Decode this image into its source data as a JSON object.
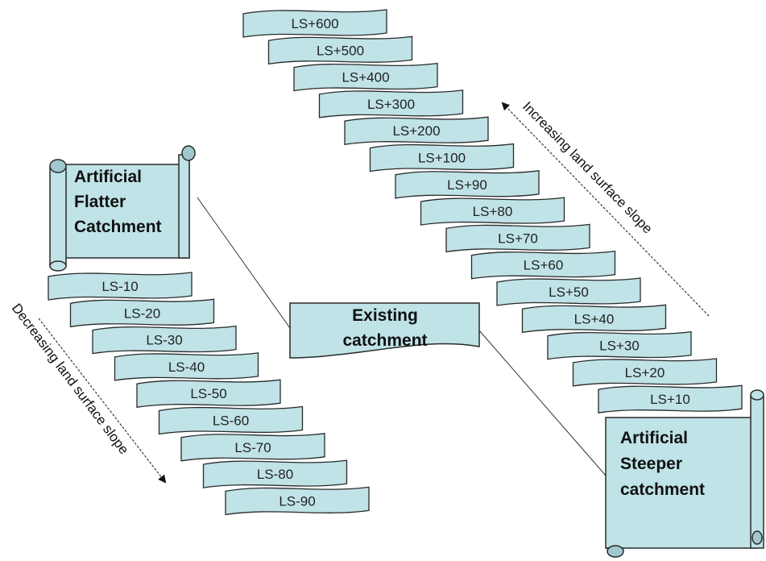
{
  "colors": {
    "fill": "#BFE3E7",
    "stroke": "#2A2A2A",
    "text": "#111111",
    "connector": "#333333"
  },
  "steep_bands": [
    "LS+600",
    "LS+500",
    "LS+400",
    "LS+300",
    "LS+200",
    "LS+100",
    "LS+90",
    "LS+80",
    "LS+70",
    "LS+60",
    "LS+50",
    "LS+40",
    "LS+30",
    "LS+20",
    "LS+10"
  ],
  "flat_bands": [
    "LS-10",
    "LS-20",
    "LS-30",
    "LS-40",
    "LS-50",
    "LS-60",
    "LS-70",
    "LS-80",
    "LS-90"
  ],
  "flatter_scroll": {
    "line1": "Artificial",
    "line2": "Flatter",
    "line3": "Catchment"
  },
  "steeper_scroll": {
    "line1": "Artificial",
    "line2": "Steeper",
    "line3": "catchment"
  },
  "existing": {
    "line1": "Existing",
    "line2": "catchment"
  },
  "arrows": {
    "increasing": "Increasing land surface slope",
    "decreasing": "Decreasing land surface slope"
  }
}
